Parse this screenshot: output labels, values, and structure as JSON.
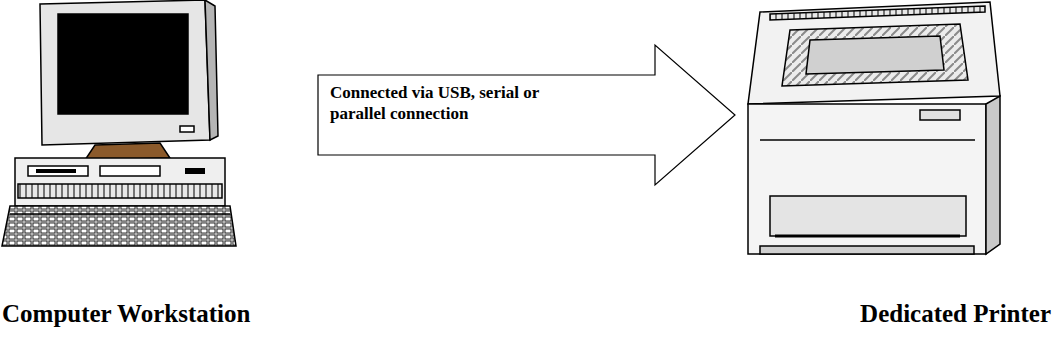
{
  "diagram": {
    "nodes": [
      {
        "text": [
          "Computer Workstation"
        ]
      },
      {
        "text": [
          "Dedicated Printer"
        ]
      }
    ],
    "edges": [
      {
        "from": 0,
        "to": 1,
        "arrow": "to",
        "label": "Connected via USB, serial or parallel connection"
      }
    ]
  }
}
